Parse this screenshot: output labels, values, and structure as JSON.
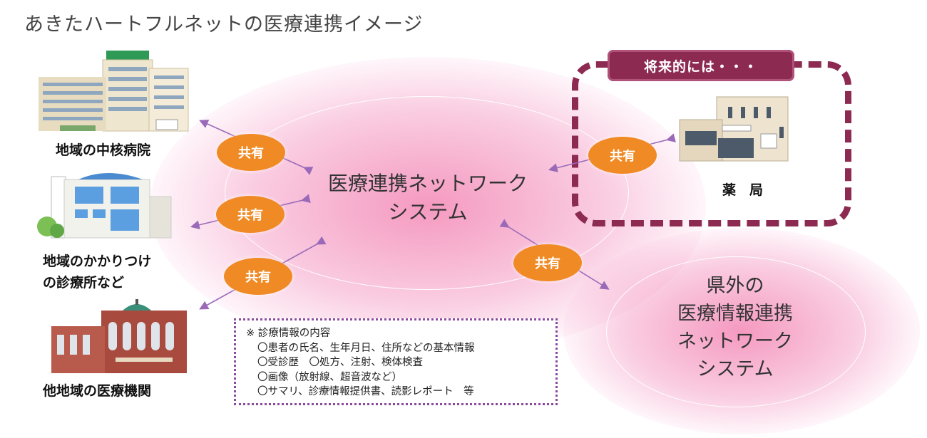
{
  "title": "あきたハートフルネットの医療連携イメージ",
  "center_system": {
    "line1": "医療連携ネットワーク",
    "line2": "システム"
  },
  "outer_system": {
    "line1": "県外の",
    "line2": "医療情報連携",
    "line3": "ネットワーク",
    "line4": "システム"
  },
  "share_label": "共有",
  "future_tag": "将来的には・・・",
  "institutions": {
    "core_hospital": "地域の中核病院",
    "clinic_line1": "地域のかかりつけ",
    "clinic_line2": "の診療所など",
    "other_region": "他地域の医療機関",
    "pharmacy": "薬　局"
  },
  "info_box": {
    "heading": "※ 診療情報の内容",
    "lines": [
      "〇患者の氏名、生年月日、住所などの基本情報",
      "〇受診歴　〇処方、注射、検体検査",
      "〇画像（放射線、超音波など）",
      "〇サマリ、診療情報提供書、読影レポート　等"
    ]
  },
  "colors": {
    "badge": "#f08a24",
    "dashed_border": "#8c2a52",
    "arrow": "#9a6ab8",
    "glow": "#ec468c"
  },
  "icons": {
    "hospital": "hospital-building-icon",
    "clinic": "clinic-building-icon",
    "other": "brick-hospital-icon",
    "pharmacy": "pharmacy-building-icon"
  }
}
